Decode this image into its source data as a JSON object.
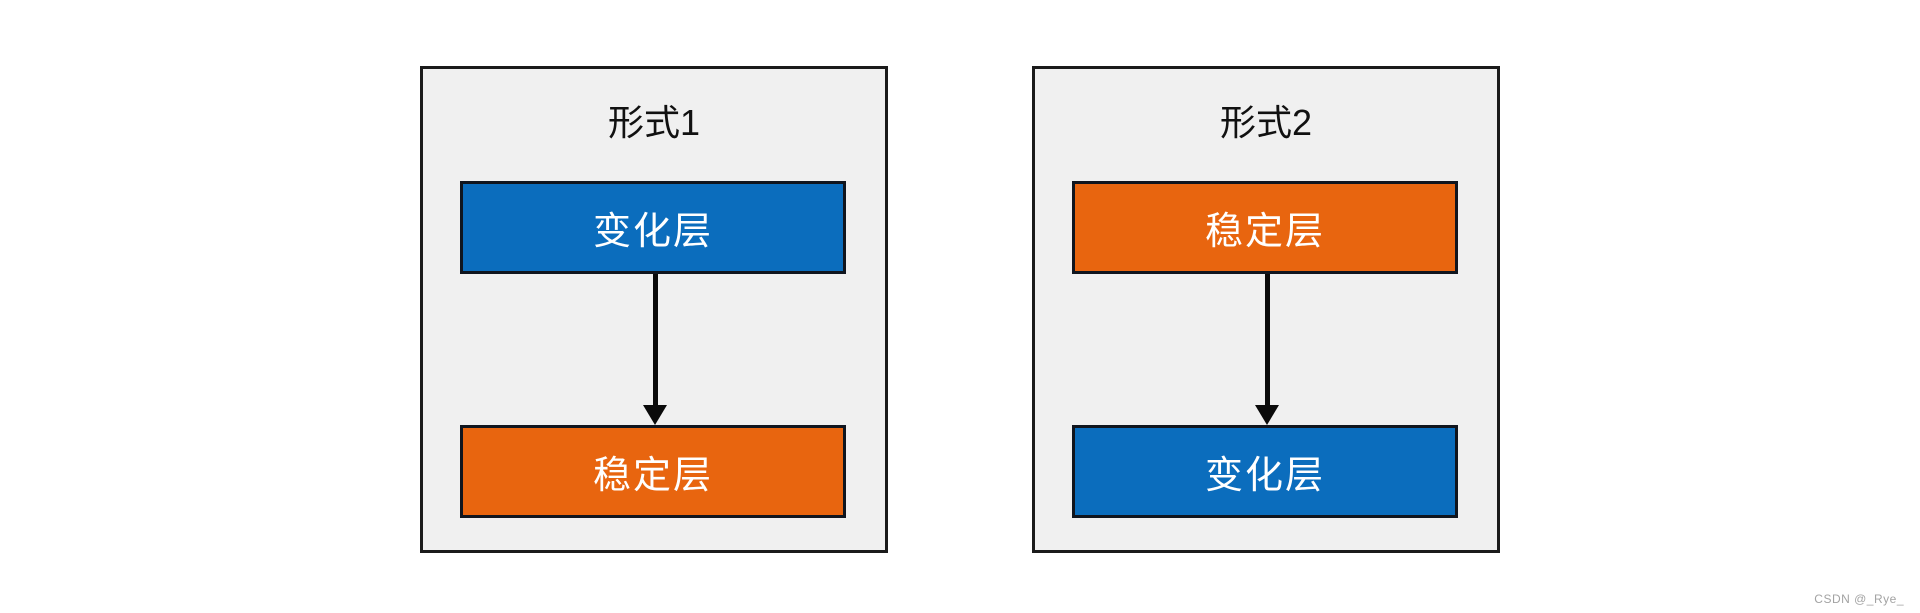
{
  "colors": {
    "page_background": "#ffffff",
    "panel_background": "#f0f0f0",
    "panel_border": "#1b1b1b",
    "box_border": "#10151e",
    "blue": "#0b6dbd",
    "orange": "#e8650f",
    "arrow": "#0a0a0a",
    "title_text": "#111111",
    "box_text": "#ffffff"
  },
  "diagrams": [
    {
      "title": "形式1",
      "top_box": {
        "label": "变化层",
        "color": "#0b6dbd"
      },
      "bottom_box": {
        "label": "稳定层",
        "color": "#e8650f"
      }
    },
    {
      "title": "形式2",
      "top_box": {
        "label": "稳定层",
        "color": "#e8650f"
      },
      "bottom_box": {
        "label": "变化层",
        "color": "#0b6dbd"
      }
    }
  ],
  "watermark": {
    "text": "CSDN @_Rye_"
  }
}
